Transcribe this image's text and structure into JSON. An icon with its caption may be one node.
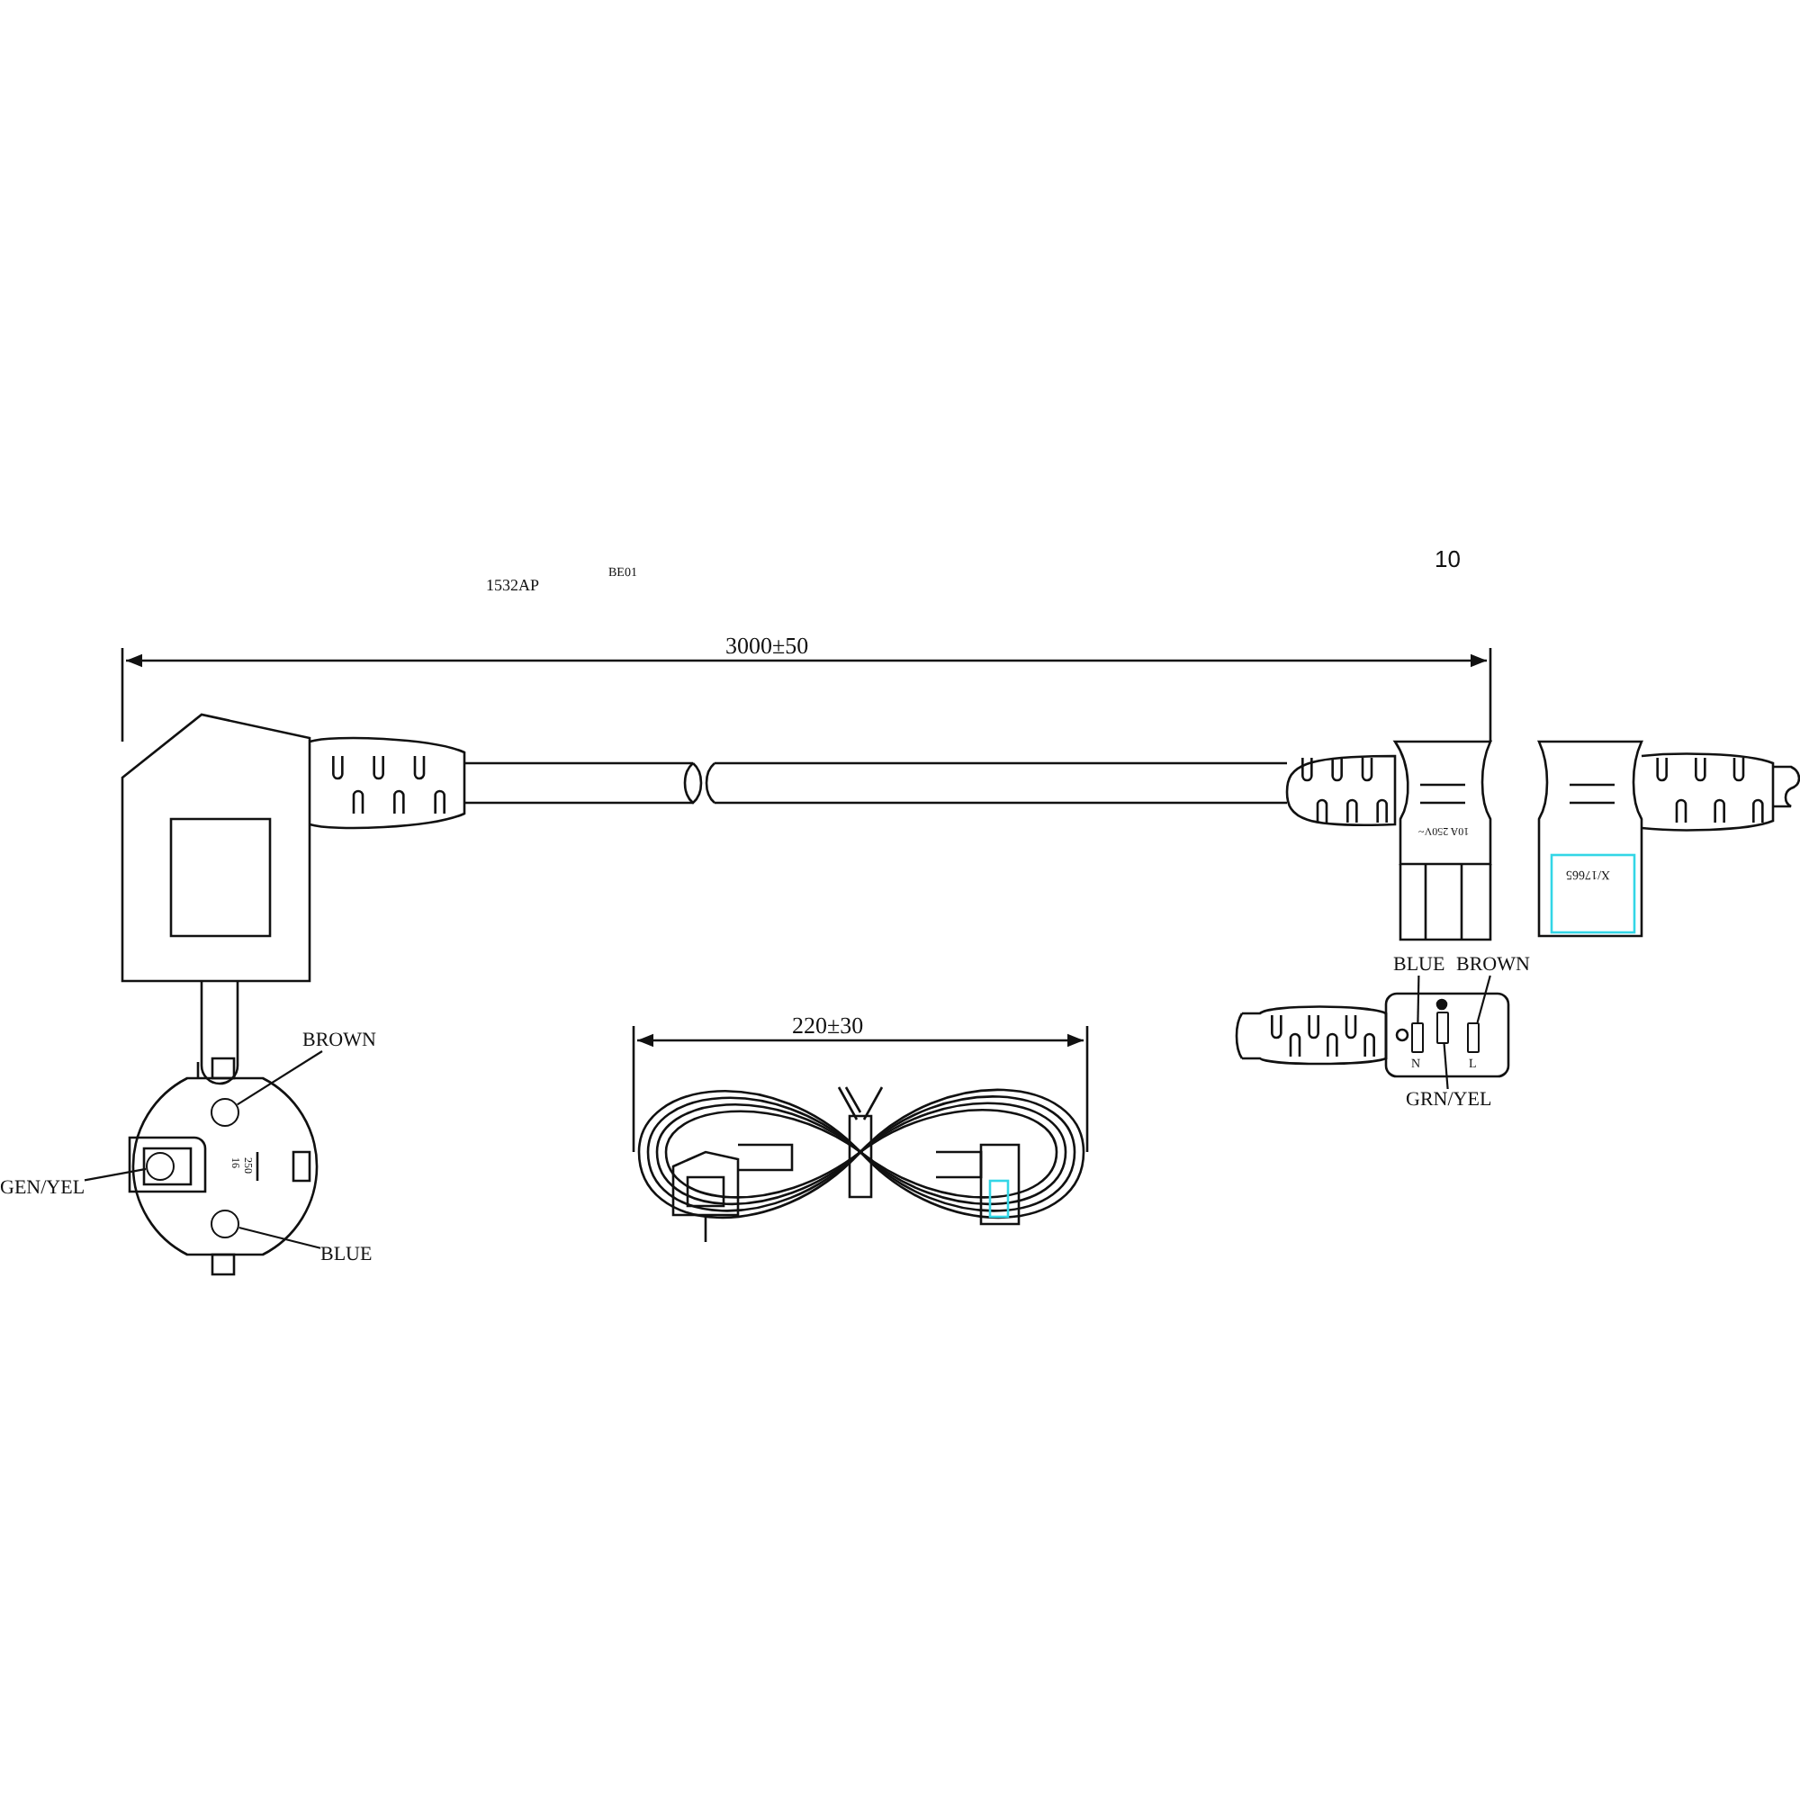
{
  "diagram": {
    "nodes": [
      {
        "text": [
          "BROWN"
        ]
      },
      {
        "text": [],
        "shape": "circle"
      },
      {
        "text": [
          "GEN/YEL"
        ]
      },
      {
        "text": [],
        "shape": "circle"
      },
      {
        "text": [
          "BLUE"
        ]
      },
      {
        "text": [],
        "shape": "circle"
      },
      {
        "text": [
          "BLUE"
        ]
      },
      {
        "text": [],
        "shape": "box"
      },
      {
        "text": [
          "BROWN"
        ]
      },
      {
        "text": [],
        "shape": "box"
      },
      {
        "text": [],
        "shape": "box"
      },
      {
        "text": [
          "GRN/YEL"
        ]
      }
    ],
    "edges": [
      {
        "from": 0,
        "to": 1,
        "arrow": "none"
      },
      {
        "from": 2,
        "to": 3,
        "arrow": "none"
      },
      {
        "from": 4,
        "to": 5,
        "arrow": "none"
      },
      {
        "from": 6,
        "to": 7,
        "arrow": "none"
      },
      {
        "from": 8,
        "to": 10,
        "arrow": "none"
      },
      {
        "from": 11,
        "to": 9,
        "arrow": "none"
      }
    ],
    "labels": [
      "1532AP",
      "BE01",
      "10",
      "3000±50",
      "10A 250V~",
      "X/17665",
      "220±30",
      "16",
      "250",
      "N",
      "L"
    ]
  }
}
